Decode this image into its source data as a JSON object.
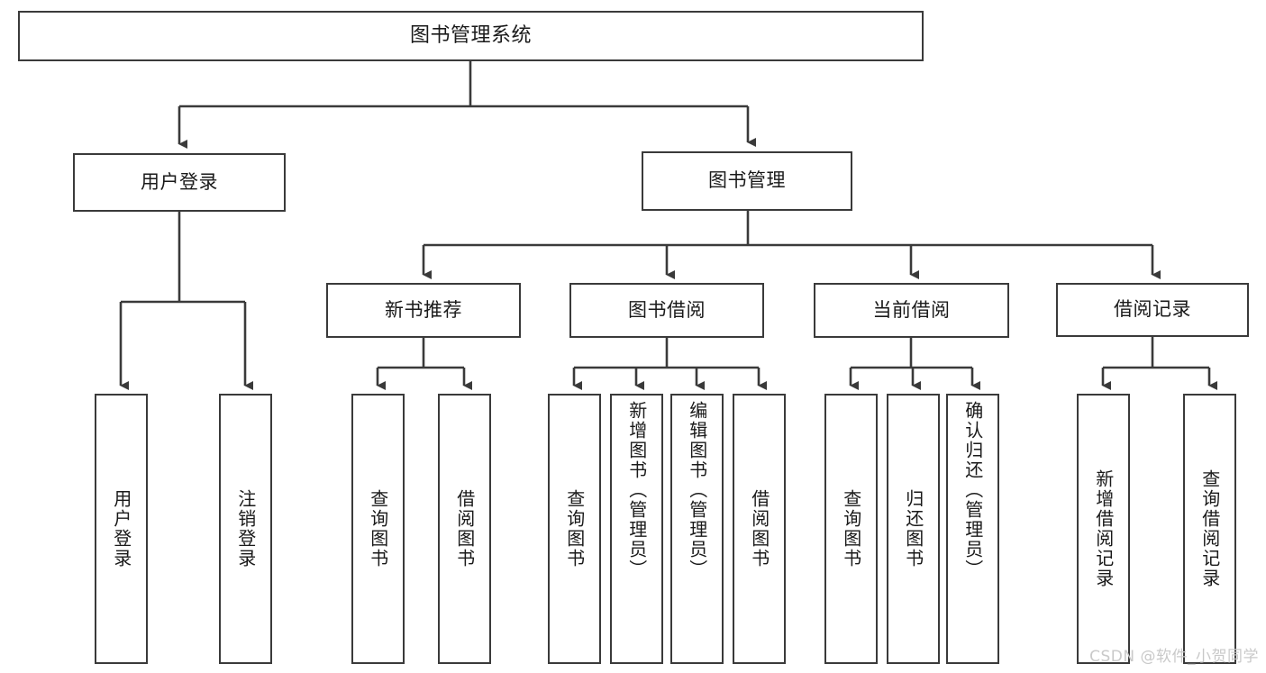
{
  "diagram": {
    "title": "图书管理系统",
    "type": "tree-hierarchy",
    "watermark": "CSDN @软件_小贺同学",
    "colors": {
      "box_border": "#3a3a3a",
      "box_fill": "#ffffff",
      "connector": "#3a3a3a",
      "text": "#1a1a1a",
      "watermark": "#c9c9c9",
      "background": "#ffffff"
    }
  },
  "nodes": {
    "root": {
      "label": "图书管理系统"
    },
    "level2": [
      {
        "label": "用户登录"
      },
      {
        "label": "图书管理"
      }
    ],
    "level3": [
      {
        "label": "新书推荐"
      },
      {
        "label": "图书借阅"
      },
      {
        "label": "当前借阅"
      },
      {
        "label": "借阅记录"
      }
    ],
    "leaves": {
      "user_login": [
        {
          "label": "用户登录"
        },
        {
          "label": "注销登录"
        }
      ],
      "new_book": [
        {
          "label": "查询图书"
        },
        {
          "label": "借阅图书"
        }
      ],
      "book_borrow": [
        {
          "label": "查询图书"
        },
        {
          "label": "新增图书（管理员）"
        },
        {
          "label": "编辑图书（管理员）"
        },
        {
          "label": "借阅图书"
        }
      ],
      "current_borrow": [
        {
          "label": "查询图书"
        },
        {
          "label": "归还图书"
        },
        {
          "label": "确认归还（管理员）"
        }
      ],
      "borrow_record": [
        {
          "label": "新增借阅记录"
        },
        {
          "label": "查询借阅记录"
        }
      ]
    }
  }
}
